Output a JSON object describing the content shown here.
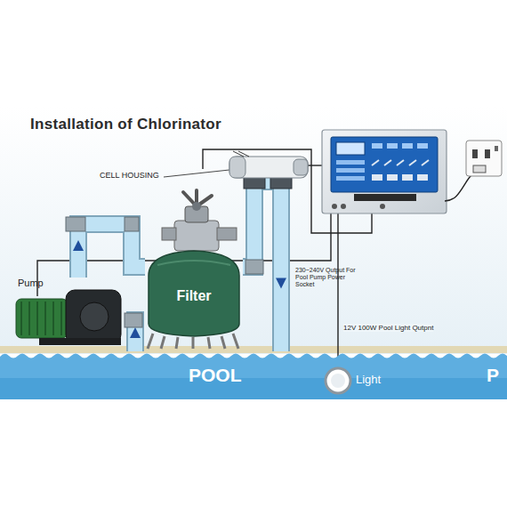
{
  "diagram": {
    "title": "Installation of Chlorinator",
    "nodes": [
      {
        "text": [
          "Pump"
        ]
      },
      {
        "text": [
          "Filter"
        ]
      },
      {
        "text": [
          "POOL",
          "P"
        ]
      },
      {
        "text": [
          "Light"
        ]
      }
    ],
    "edges": [
      {
        "from": 2,
        "to": 0,
        "arrow": "to"
      },
      {
        "from": 0,
        "to": 1,
        "arrow": "to"
      },
      {
        "from": 1,
        "to": 2,
        "arrow": "to"
      }
    ],
    "labels": [
      "CELL HOUSING",
      "230~240V Qutput For Pool Pump Power Socket",
      "12V 100W Pool Light Qutpnt"
    ]
  }
}
